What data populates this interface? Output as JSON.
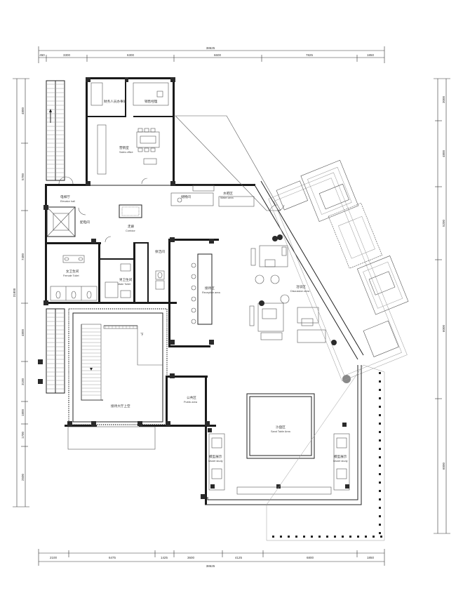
{
  "dimensions": {
    "top_total": "38625",
    "top_segments": [
      "450",
      "3300",
      "6300",
      "6600",
      "7825",
      "1850"
    ],
    "bottom_total": "38625",
    "bottom_segments": [
      "2100",
      "6475",
      "1425",
      "3600",
      "4125",
      "6800",
      "1850"
    ],
    "left_total": "31800",
    "left_segments": [
      "4800",
      "5700",
      "7400",
      "4800",
      "3100",
      "1800",
      "1700",
      "2500"
    ],
    "right_segments": [
      "3000",
      "4800",
      "5200",
      "6000",
      "6000"
    ]
  },
  "rooms": {
    "sales_manager": "销售经理",
    "finance_room": "财务人员办事处",
    "sales_office": {
      "zh": "营销室",
      "en": "Sales office"
    },
    "elevator_hall": {
      "zh": "电梯厅",
      "en": "Elevator hall"
    },
    "distribution": "配电间",
    "corridor": {
      "zh": "走廊",
      "en": "Corridor"
    },
    "storage": "储物间",
    "water_area": {
      "zh": "水吧区",
      "en": "Water area"
    },
    "cleaning": "保洁间",
    "female_toilet": {
      "zh": "女卫生间",
      "en": "Female Toilet"
    },
    "male_toilet": {
      "zh": "男卫生间",
      "en": "Male Toilet"
    },
    "reception": {
      "zh": "接待区",
      "en": "Reception area"
    },
    "discussion": {
      "zh": "洽谈区",
      "en": "Discussion area"
    },
    "atrium": "接待大厅上空",
    "public_area": {
      "zh": "公共区",
      "en": "Public area"
    },
    "sand_table": {
      "zh": "沙盘区",
      "en": "Sand Table Area"
    },
    "model_left": {
      "zh": "模型展示",
      "en": "Model study"
    },
    "model_right": {
      "zh": "模型展示",
      "en": "Model study"
    },
    "stair_mark": "下"
  }
}
